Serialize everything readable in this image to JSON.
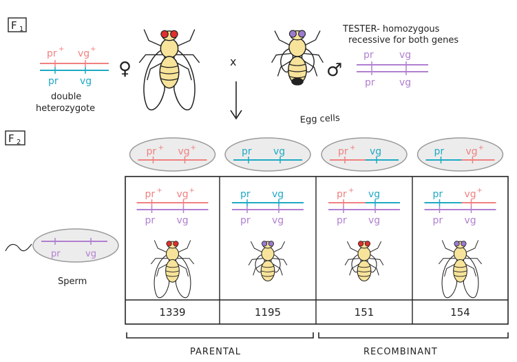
{
  "generation_labels": {
    "f1": "F",
    "f1_sub": "1",
    "f2": "F",
    "f2_sub": "2"
  },
  "colors": {
    "pink": "#f08080",
    "blue": "#1fa9c4",
    "purple": "#b07fd0",
    "ink": "#222222",
    "fly_body": "#f7e39a",
    "eye_red": "#e0302e",
    "eye_purple": "#9b7ad0",
    "oval_fill": "#ececec",
    "oval_stroke": "#9a9a9a"
  },
  "allele_labels": {
    "pr_dominant": "pr",
    "pr_plus": "+",
    "vg_dominant": "vg",
    "vg_plus": "+",
    "pr_recessive": "pr",
    "vg_recessive": "vg"
  },
  "parents": {
    "female_caption_line1": "double",
    "female_caption_line2": "heterozygote",
    "female_symbol": "♀",
    "male_symbol": "♂",
    "cross_symbol": "x",
    "tester_caption_line1": "TESTER- homozygous",
    "tester_caption_line2": "recessive for both genes"
  },
  "egg_cells_label": "Egg cells",
  "sperm_label": "Sperm",
  "gametes": [
    {
      "top": "pink",
      "bottom_left": "pink",
      "bottom_right": "pink",
      "pr_plus": true,
      "vg_plus": true
    },
    {
      "top": "blue",
      "bottom_left": "blue",
      "bottom_right": "blue",
      "pr_plus": false,
      "vg_plus": false
    },
    {
      "top": "pink",
      "bottom_left": "pink",
      "bottom_right": "blue",
      "pr_plus": true,
      "vg_plus": false
    },
    {
      "top": "blue",
      "bottom_left": "blue",
      "bottom_right": "pink",
      "pr_plus": false,
      "vg_plus": true
    }
  ],
  "offspring": [
    {
      "count": "1339",
      "eye": "red",
      "wings": "long"
    },
    {
      "count": "1195",
      "eye": "purple",
      "wings": "short"
    },
    {
      "count": "151",
      "eye": "red",
      "wings": "short"
    },
    {
      "count": "154",
      "eye": "purple",
      "wings": "long"
    }
  ],
  "groups": {
    "parental": "PARENTAL",
    "recombinant": "RECOMBINANT"
  }
}
